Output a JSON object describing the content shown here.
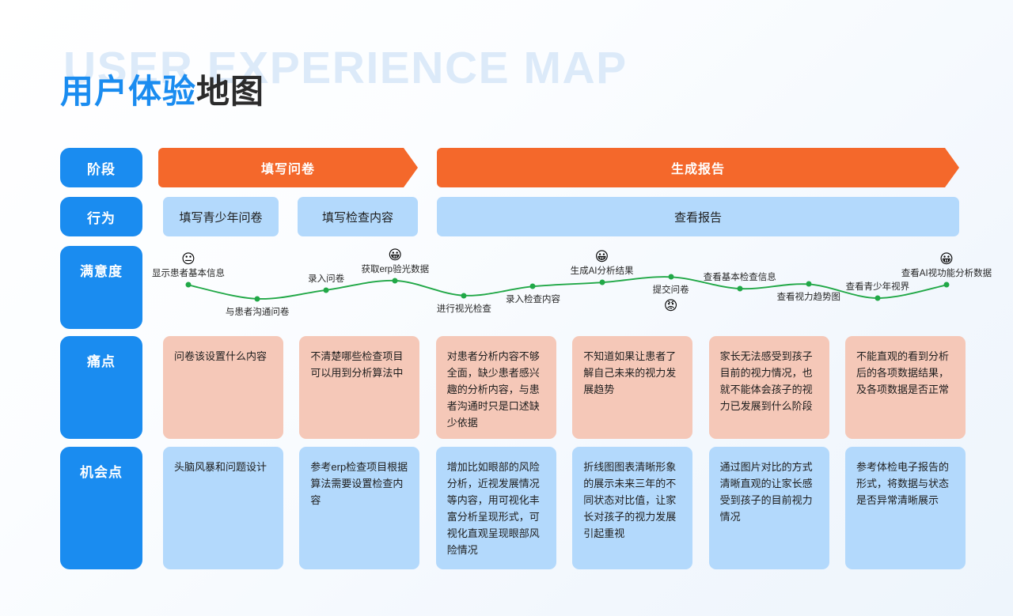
{
  "header": {
    "ghost_title": "USER EXPERIENCE MAP",
    "title_blue": "用户体验",
    "title_dark": "地图"
  },
  "colors": {
    "accent_blue": "#1a8cf0",
    "accent_orange": "#f4682b",
    "card_pain": "#f5c8b8",
    "card_opportunity": "#b3d9fc",
    "curve_green": "#21a847",
    "ghost_title": "#dceaf9"
  },
  "row_labels": [
    {
      "key": "stage",
      "label": "阶段"
    },
    {
      "key": "action",
      "label": "行为"
    },
    {
      "key": "satisfaction",
      "label": "满意度"
    },
    {
      "key": "pain",
      "label": "痛点"
    },
    {
      "key": "opportunity",
      "label": "机会点"
    }
  ],
  "stages": [
    {
      "label": "填写问卷"
    },
    {
      "label": "生成报告"
    }
  ],
  "actions": [
    {
      "label": "填写青少年问卷"
    },
    {
      "label": "填写检查内容"
    },
    {
      "label": "查看报告"
    }
  ],
  "chart_data": {
    "type": "line",
    "title": "满意度",
    "xlabel": "",
    "ylabel": "满意度",
    "grid": false,
    "legend": false,
    "ylim": [
      0,
      10
    ],
    "series": [
      {
        "name": "满意度",
        "points": [
          {
            "label": "显示患者基本信息",
            "value": 6.0,
            "emoji": "😐",
            "emoji_name": "neutral-face",
            "label_pos": "above"
          },
          {
            "label": "与患者沟通问卷",
            "value": 2.2,
            "emoji": "",
            "emoji_name": "",
            "label_pos": "below"
          },
          {
            "label": "录入问卷",
            "value": 4.6,
            "emoji": "",
            "emoji_name": "",
            "label_pos": "above"
          },
          {
            "label": "获取erp验光数据",
            "value": 7.2,
            "emoji": "😀",
            "emoji_name": "grinning-face",
            "label_pos": "above"
          },
          {
            "label": "进行视光检查",
            "value": 3.1,
            "emoji": "",
            "emoji_name": "",
            "label_pos": "below"
          },
          {
            "label": "录入检查内容",
            "value": 5.6,
            "emoji": "",
            "emoji_name": "",
            "label_pos": "below"
          },
          {
            "label": "生成AI分析结果",
            "value": 6.7,
            "emoji": "😀",
            "emoji_name": "grinning-face",
            "label_pos": "above"
          },
          {
            "label": "提交问卷",
            "value": 8.2,
            "emoji": "😡",
            "emoji_name": "angry-face",
            "label_pos": "below"
          },
          {
            "label": "查看基本检查信息",
            "value": 5.0,
            "emoji": "",
            "emoji_name": "",
            "label_pos": "above"
          },
          {
            "label": "查看视力趋势图",
            "value": 6.2,
            "emoji": "",
            "emoji_name": "",
            "label_pos": "below"
          },
          {
            "label": "查看青少年视界",
            "value": 2.4,
            "emoji": "",
            "emoji_name": "",
            "label_pos": "above"
          },
          {
            "label": "查看AI视功能分析数据",
            "value": 6.0,
            "emoji": "😀",
            "emoji_name": "grinning-face",
            "label_pos": "above"
          }
        ]
      }
    ]
  },
  "pain_points": [
    {
      "text": "问卷该设置什么内容"
    },
    {
      "text": "不清楚哪些检查项目可以用到分析算法中"
    },
    {
      "text": "对患者分析内容不够全面，缺少患者感兴趣的分析内容，与患者沟通时只是口述缺少依据"
    },
    {
      "text": "不知道如果让患者了解自己未来的视力发展趋势"
    },
    {
      "text": "家长无法感受到孩子目前的视力情况，也就不能体会孩子的视力已发展到什么阶段"
    },
    {
      "text": "不能直观的看到分析后的各项数据结果，及各项数据是否正常"
    }
  ],
  "opportunities": [
    {
      "text": "头脑风暴和问题设计"
    },
    {
      "text": "参考erp检查项目根据算法需要设置检查内容"
    },
    {
      "text": "增加比如眼部的风险分析，近视发展情况等内容，用可视化丰富分析呈现形式，可视化直观呈现眼部风险情况"
    },
    {
      "text": "折线图图表清晰形象的展示未来三年的不同状态对比值，让家长对孩子的视力发展引起重视"
    },
    {
      "text": "通过图片对比的方式清晰直观的让家长感受到孩子的目前视力情况"
    },
    {
      "text": "参考体检电子报告的形式，将数据与状态是否异常清晰展示"
    }
  ]
}
